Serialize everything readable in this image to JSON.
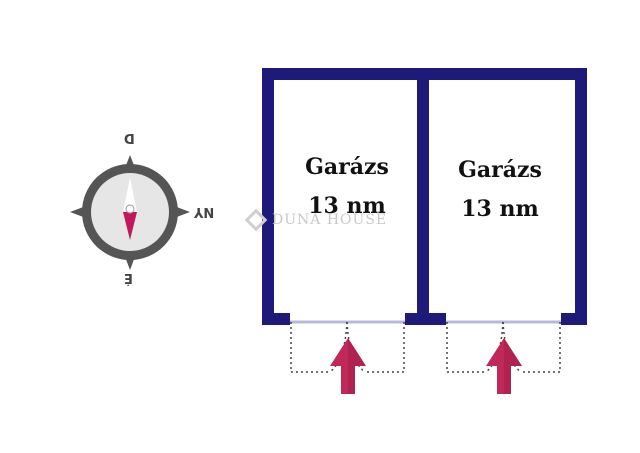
{
  "rooms": [
    {
      "name": "Garázs",
      "area": "13 nm"
    },
    {
      "name": "Garázs",
      "area": "13 nm"
    }
  ],
  "compass": {
    "top": "D",
    "right": "NY",
    "bottom": "É"
  },
  "watermark": {
    "brand": "DUNA HOUSE"
  },
  "colors": {
    "wall": "#1d1a7a",
    "arrow": "#c0285a",
    "compass_dark": "#555555",
    "compass_face": "#e6e6e6",
    "needle_red": "#c2185b",
    "door_line": "#444444"
  }
}
